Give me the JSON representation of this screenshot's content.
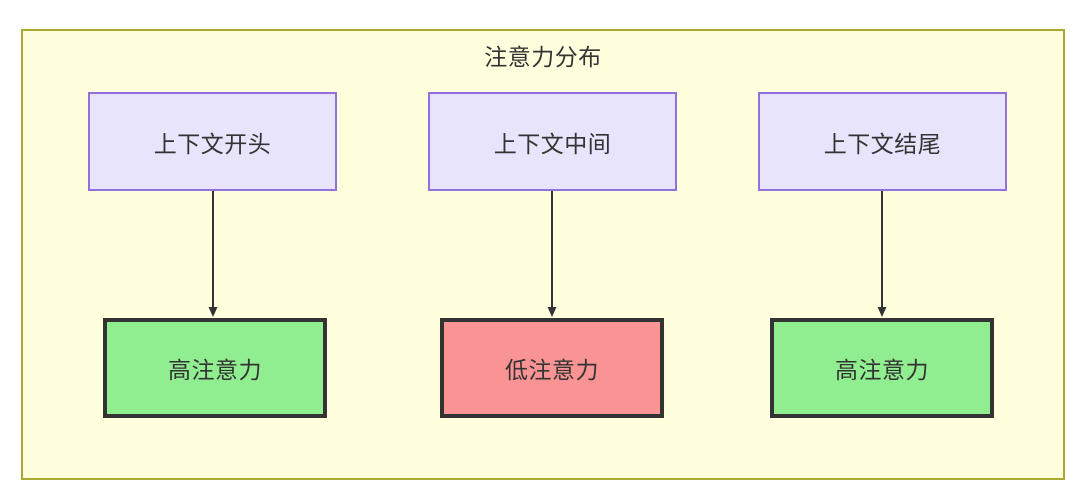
{
  "diagram": {
    "type": "flowchart",
    "direction": "top-down",
    "subgraph": {
      "title": "注意力分布",
      "fill_color": "#ffffdd",
      "border_color": "#aaaa33"
    },
    "nodes": [
      {
        "id": "ctx-start",
        "label": "上下文开头",
        "row": "context",
        "column": 1,
        "fill_color": "#e8e4fb",
        "border_color": "#9370db"
      },
      {
        "id": "ctx-middle",
        "label": "上下文中间",
        "row": "context",
        "column": 2,
        "fill_color": "#e8e4fb",
        "border_color": "#9370db"
      },
      {
        "id": "ctx-end",
        "label": "上下文结尾",
        "row": "context",
        "column": 3,
        "fill_color": "#e8e4fb",
        "border_color": "#9370db"
      },
      {
        "id": "attn-high-start",
        "label": "高注意力",
        "row": "attention",
        "column": 1,
        "fill_color": "#90ee90",
        "border_color": "#333333"
      },
      {
        "id": "attn-low-middle",
        "label": "低注意力",
        "row": "attention",
        "column": 2,
        "fill_color": "#fa9393",
        "border_color": "#333333"
      },
      {
        "id": "attn-high-end",
        "label": "高注意力",
        "row": "attention",
        "column": 3,
        "fill_color": "#90ee90",
        "border_color": "#333333"
      }
    ],
    "edges": [
      {
        "id": "edge-1",
        "from": "ctx-start",
        "to": "attn-high-start",
        "arrow": "down",
        "color": "#333333"
      },
      {
        "id": "edge-2",
        "from": "ctx-middle",
        "to": "attn-low-middle",
        "arrow": "down",
        "color": "#333333"
      },
      {
        "id": "edge-3",
        "from": "ctx-end",
        "to": "attn-high-end",
        "arrow": "down",
        "color": "#333333"
      }
    ]
  }
}
